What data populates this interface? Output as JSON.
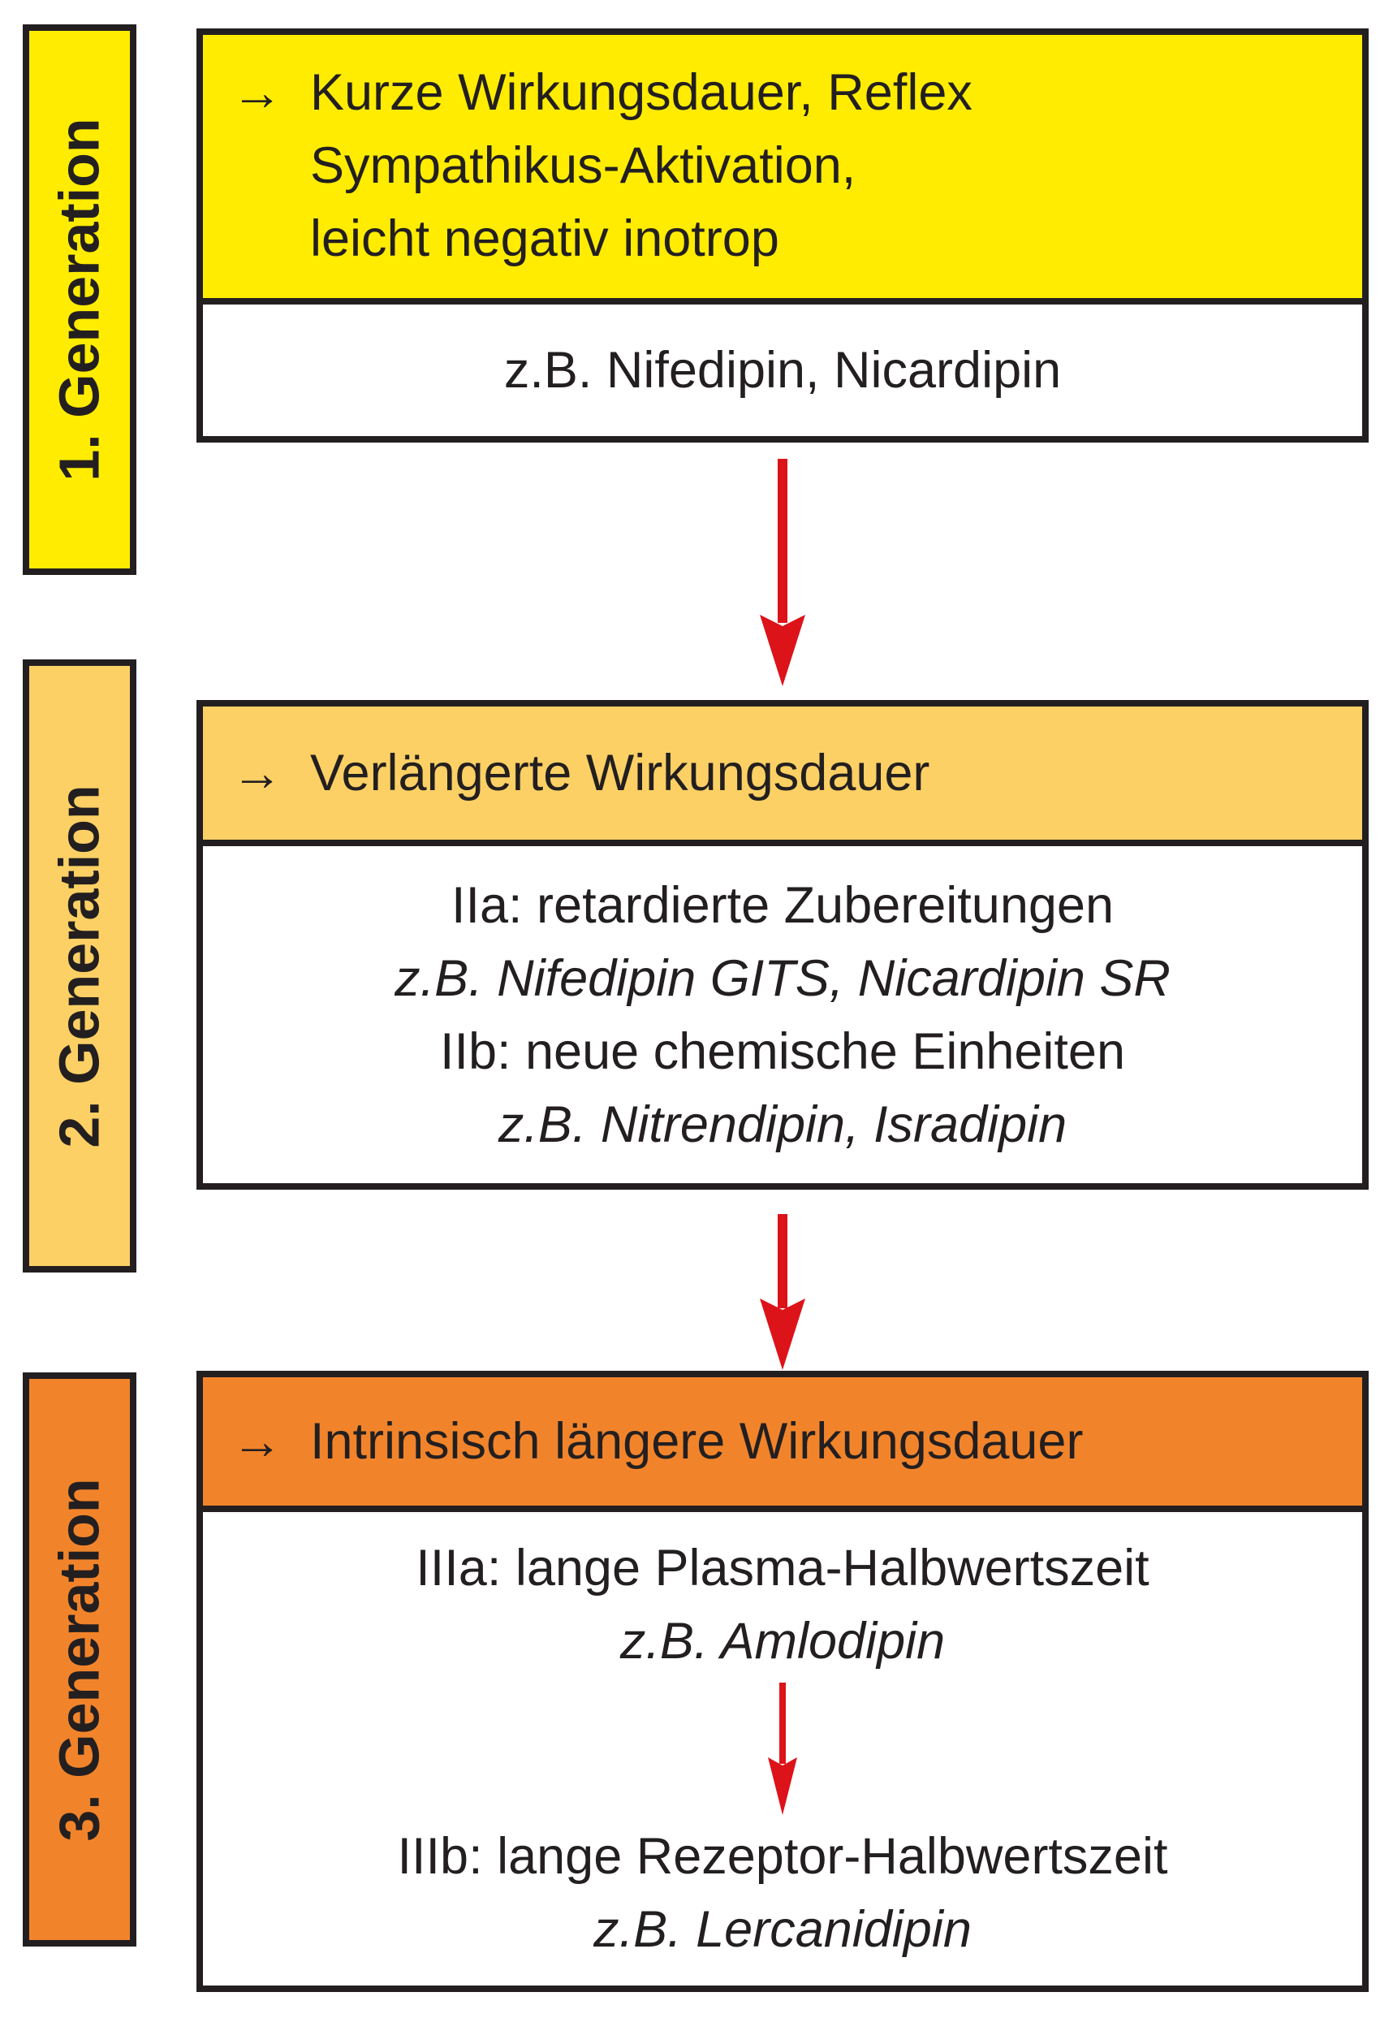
{
  "figure": {
    "type": "flow-diagram",
    "topic": "Generationen der Calciumantagonisten (Dihydropyridine)"
  },
  "palette": {
    "yellow": "#FFEC00",
    "gold": "#FCD064",
    "orange": "#F1842B",
    "red": "#DC1319",
    "ink": "#231F20"
  },
  "sidebar": {
    "generations": [
      {
        "label": "1. Generation"
      },
      {
        "label": "2. Generation"
      },
      {
        "label": "3. Generation"
      }
    ]
  },
  "boxes": [
    {
      "marker": "→",
      "header": "Kurze Wirkungsdauer, Reflex\nSympathikus-Aktivation,\nleicht negativ inotrop",
      "body_lines": [
        "z.B. Nifedipin, Nicardipin"
      ]
    },
    {
      "marker": "→",
      "header": "Verlängerte Wirkungsdauer",
      "body_lines": [
        "IIa: retardierte Zubereitungen",
        "z.B. Nifedipin GITS, Nicardipin SR",
        "IIb: neue chemische Einheiten",
        "z.B. Nitrendipin, Isradipin"
      ]
    },
    {
      "marker": "→",
      "header": "Intrinsisch längere Wirkungsdauer",
      "body_lines": [
        "IIIa: lange Plasma-Halbwertszeit",
        "z.B. Amlodipin",
        "IIIb: lange Rezeptor-Halbwertszeit",
        "z.B. Lercanidipin"
      ]
    }
  ]
}
